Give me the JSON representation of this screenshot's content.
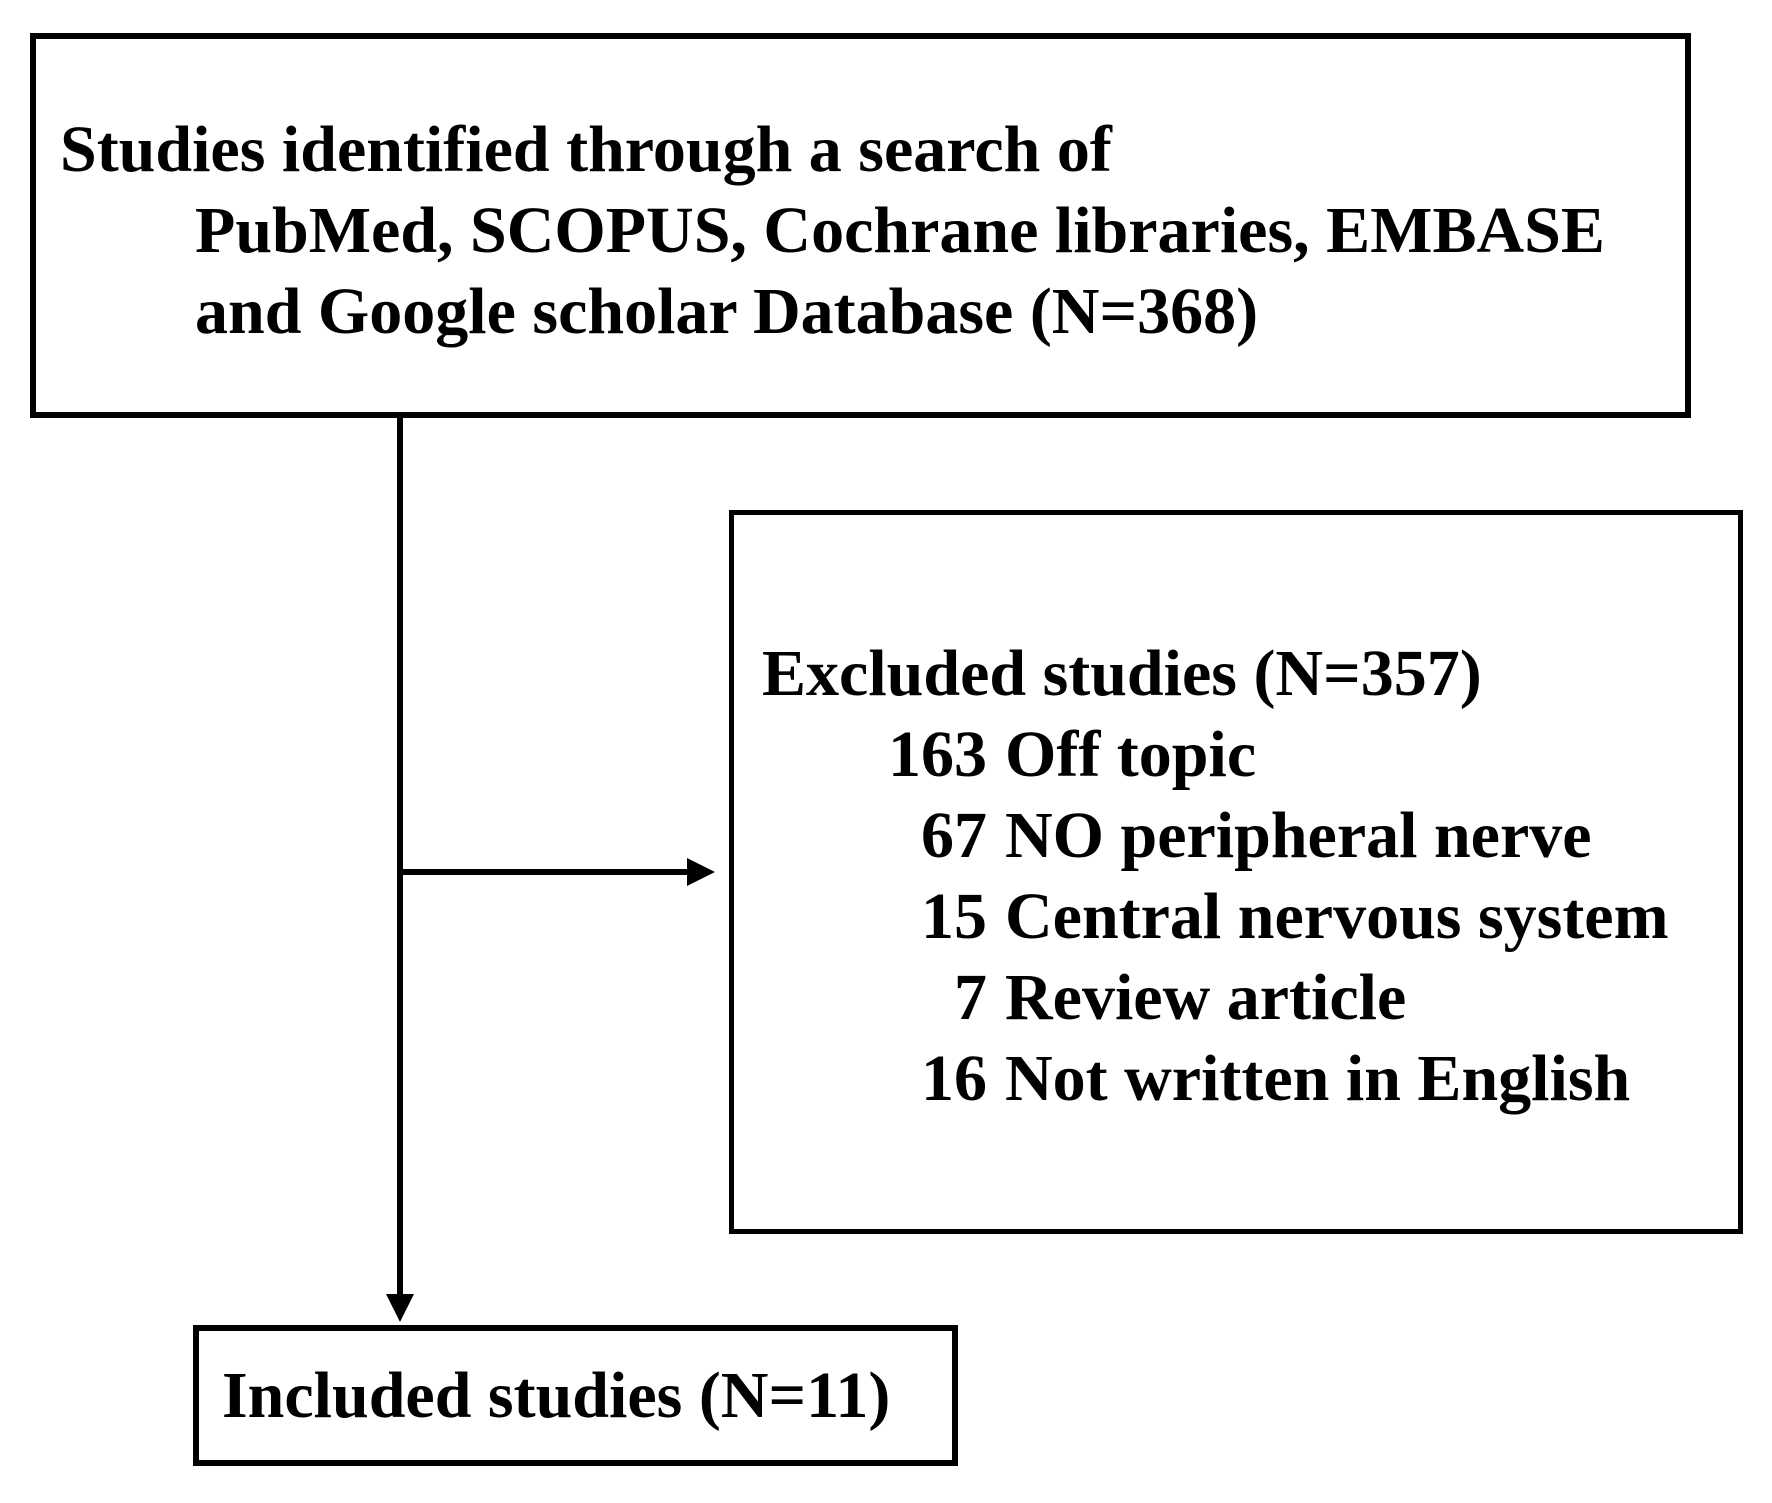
{
  "colors": {
    "ink": "#000000",
    "background": "#ffffff"
  },
  "boxes": {
    "identified": {
      "lines": [
        "Studies identified through a search of",
        "PubMed, SCOPUS, Cochrane libraries, EMBASE",
        "and Google scholar Database (N=368)"
      ]
    },
    "excluded": {
      "title": "Excluded studies (N=357)",
      "items": [
        {
          "count": "163",
          "label": "Off topic"
        },
        {
          "count": "67",
          "label": "NO peripheral nerve"
        },
        {
          "count": "15",
          "label": "Central nervous system"
        },
        {
          "count": "7",
          "label": "Review article"
        },
        {
          "count": "16",
          "label": "Not written in English"
        }
      ]
    },
    "included": {
      "label": "Included studies (N=11)"
    }
  }
}
